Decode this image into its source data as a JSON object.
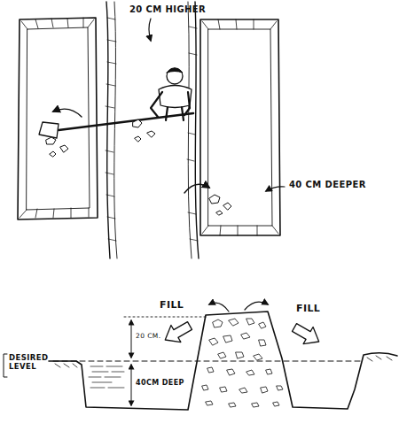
{
  "diagram": {
    "labels": [
      "20 CM HIGHER",
      "40 CM DEEPER",
      "20 CM.",
      "FILL",
      "FILL",
      "DESIRED LEVEL",
      "40CM DEEP"
    ]
  }
}
